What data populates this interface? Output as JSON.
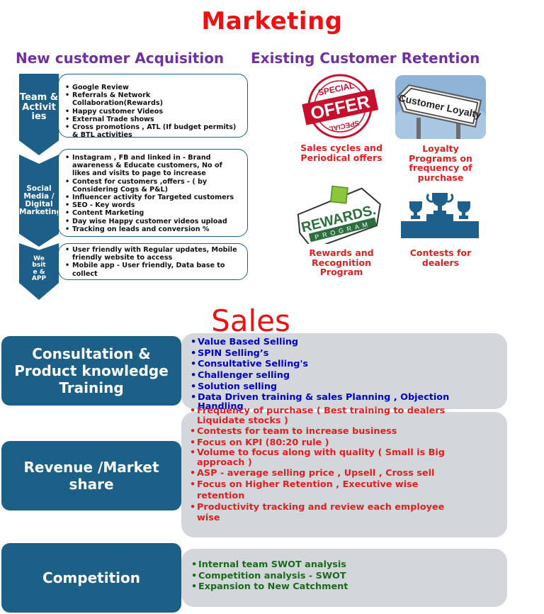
{
  "title": "Marketing",
  "acquisition": {
    "heading": "New customer Acquisition",
    "sections": [
      {
        "label": "Team & Activit ies",
        "bullets": [
          "Google Review",
          "Referrals & Network Collaboration(Rewards)",
          "Happy customer Videos",
          "External Trade shows",
          "Cross promotions , ATL (If budget permits) & BTL activities"
        ]
      },
      {
        "label": "Social Media / Digital Marketing",
        "bullets": [
          "Instagram , FB and linked in - Brand awareness & Educate customers, No of likes and visits to page to increase",
          "Contest for customers ,offers - ( by Considering Cogs  & P&L)",
          "Influencer activity  for Targeted customers",
          "SEO - Key words",
          "Content Marketing",
          "Day wise Happy customer videos upload",
          "Tracking on leads and conversion %"
        ]
      },
      {
        "label": "We bsit e & APP",
        "bullets": [
          "User friendly with Regular updates, Mobile friendly website to access",
          "Mobile app -  User friendly, Data base  to collect"
        ]
      }
    ]
  },
  "retention": {
    "heading": "Existing Customer Retention",
    "items": [
      {
        "caption": "Sales cycles and Periodical offers",
        "image_text": [
          "SPECIAL",
          "OFFER",
          "SPECIAL"
        ]
      },
      {
        "caption": "Loyalty Programs on frequency of purchase",
        "image_text": [
          "Customer Loyalty"
        ]
      },
      {
        "caption": "Rewards and Recognition Program",
        "image_text": [
          "REWARDS.",
          "PROGRAM"
        ]
      },
      {
        "caption": "Contests for dealers"
      }
    ]
  },
  "sales": {
    "title": "Sales",
    "blocks": [
      {
        "label": "Consultation & Product knowledge Training",
        "color": "#0000cc",
        "bullets": [
          "Value Based Selling",
          "SPIN Selling’s",
          "Consultative Selling's",
          "Challenger selling",
          "Solution selling",
          "Data Driven training  & sales Planning , Objection Handling"
        ]
      },
      {
        "label": "Revenue /Market share",
        "color": "#e02020",
        "bullets": [
          "Frequency of purchase ( Best training to  dealers Liquidate stocks )",
          "Contests for team to increase business",
          "Focus on KPI (80:20 rule )",
          "Volume to focus along with quality ( Small is Big approach )",
          "ASP - average selling price  , Upsell , Cross sell",
          "Focus on  Higher Retention , Executive wise retention",
          "Productivity tracking and review each employee wise"
        ]
      },
      {
        "label": "Competition",
        "color": "#1a6a1a",
        "bullets": [
          "Internal team SWOT analysis",
          "Competition analysis - SWOT",
          "Expansion to New Catchment"
        ]
      }
    ]
  },
  "colors": {
    "title_red": "#ee1111",
    "heading_purple": "#7030a0",
    "box_blue": "#1c5f87",
    "grey_panel": "#d3d6db"
  }
}
